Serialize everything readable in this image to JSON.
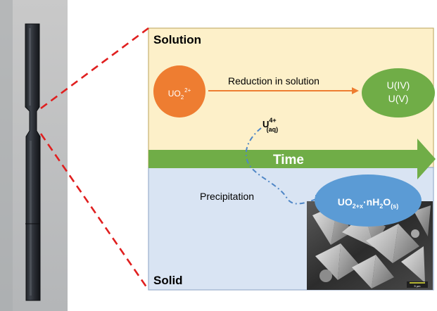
{
  "panels": {
    "solution_label": "Solution",
    "solid_label": "Solid"
  },
  "nodes": {
    "uranyl": {
      "base": "UO",
      "sub": "2",
      "sup": "2+"
    },
    "reduced_line1": "U(IV)",
    "reduced_line2": "U(V)",
    "u4": {
      "base": "U",
      "sup": "4+",
      "sub": "(aq)"
    },
    "product": {
      "a": "UO",
      "sub1": "2+x",
      "b": "·nH",
      "sub2": "2",
      "c": "O",
      "sub3": "(s)"
    }
  },
  "edges": {
    "reduction_label": "Reduction in solution",
    "precipitation_label": "Precipitation",
    "time_label": "Time"
  },
  "micrograph": {
    "scale_text": "5 µm"
  },
  "colors": {
    "solution_bg": "#fdf0c9",
    "solid_bg": "#d9e4f3",
    "panel_border": "#c6b070",
    "uranyl_fill": "#ee7d31",
    "reduced_fill": "#70ad47",
    "time_arrow": "#70ad47",
    "product_fill": "#5b9bd5",
    "reduction_arrow": "#ee7d31",
    "zoom_line": "#e01f1f",
    "precip_line": "#4f86c6"
  }
}
